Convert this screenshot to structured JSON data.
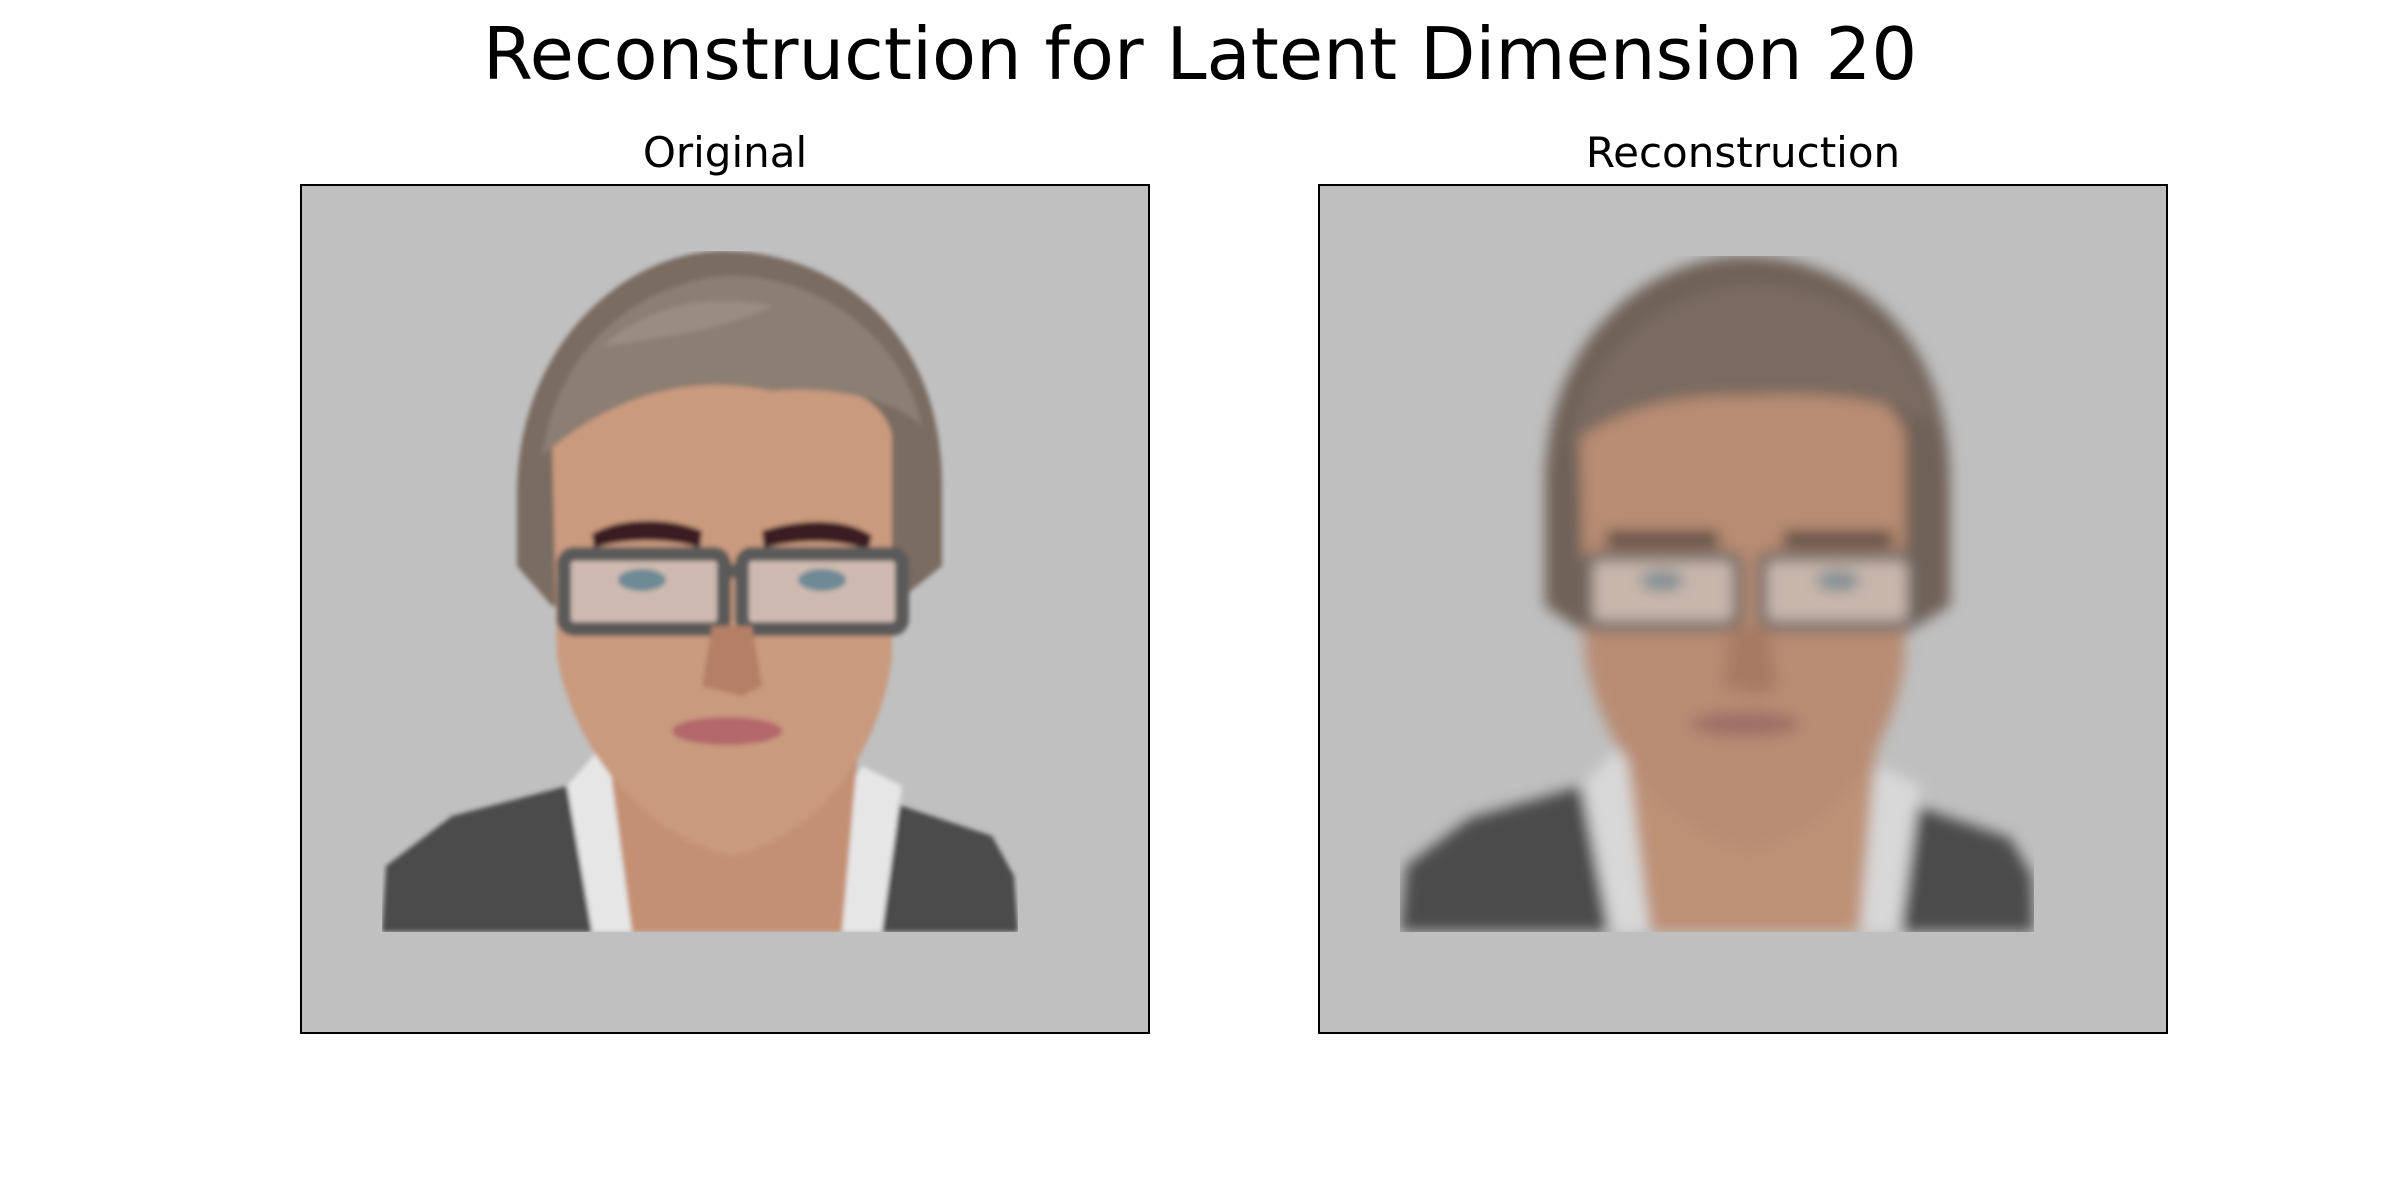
{
  "figure": {
    "title": "Reconstruction for Latent Dimension 20"
  },
  "panels": [
    {
      "title": "Original"
    },
    {
      "title": "Reconstruction"
    }
  ],
  "colors": {
    "background": "#c0c0c0",
    "recon_background": "#bfbfbf",
    "hair": "#7a6c62",
    "hair_light": "#9a8c80",
    "skin": "#c99a7e",
    "skin_shadow": "#b47f66",
    "jacket": "#4b4b4b",
    "shirt": "#e6e6e6",
    "glasses": "#5a5a5a",
    "lens": "#cdb9b0",
    "eye": "#6e8a95",
    "brow": "#3a1f22",
    "lips": "#b3676c"
  }
}
